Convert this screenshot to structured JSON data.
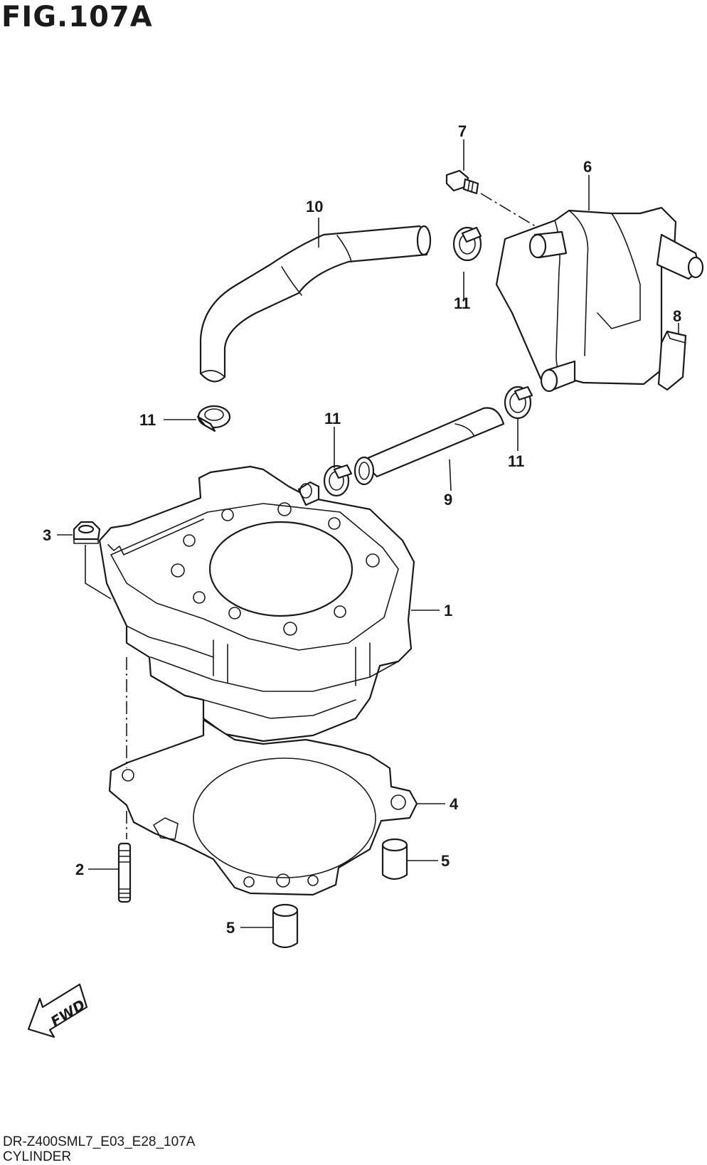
{
  "figure": {
    "title": "FIG.107A",
    "diagram_code": "DR-Z400SML7_E03_E28_107A",
    "section_name": "CYLINDER"
  },
  "callouts": {
    "c1": "1",
    "c2": "2",
    "c3": "3",
    "c4": "4",
    "c5a": "5",
    "c5b": "5",
    "c6": "6",
    "c7": "7",
    "c8": "8",
    "c9": "9",
    "c10": "10",
    "c11a": "11",
    "c11b": "11",
    "c11c": "11",
    "c11d": "11"
  },
  "direction_marker": {
    "label": "FWD",
    "icon": "fwd-arrow-icon"
  }
}
